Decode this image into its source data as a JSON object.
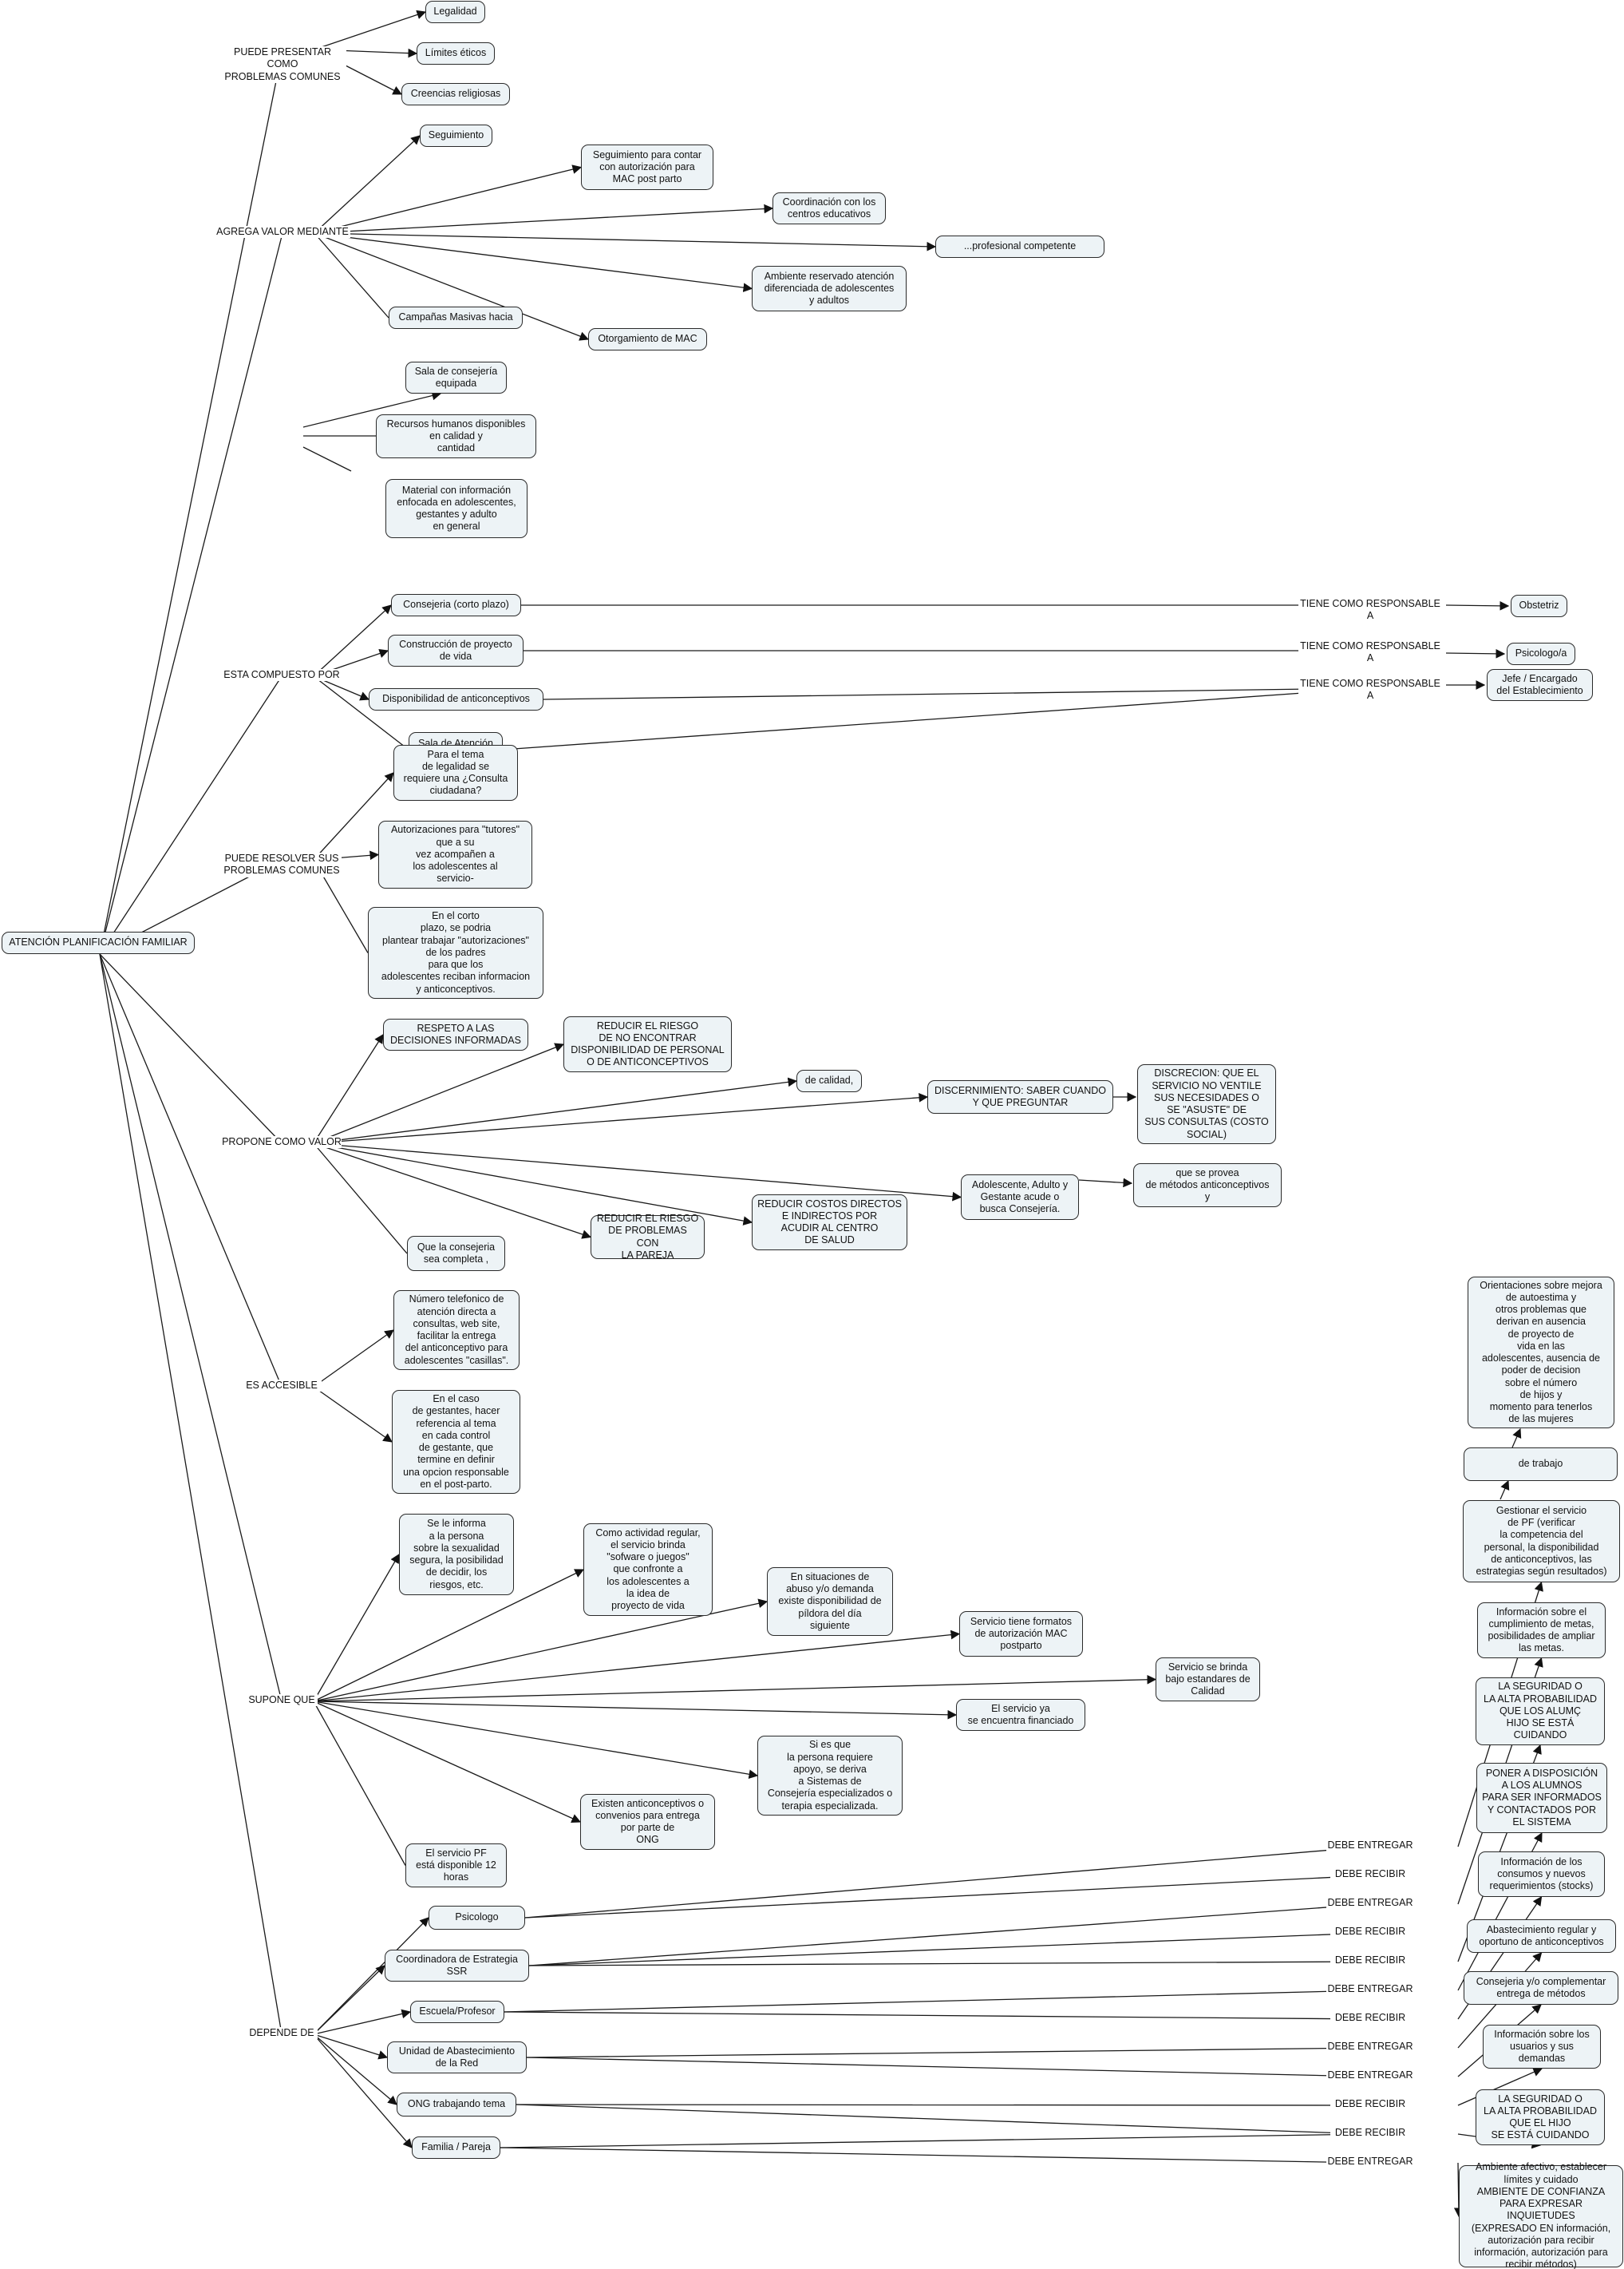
{
  "root": "ATENCIÓN PLANIFICACIÓN FAMILIAR",
  "links": [
    "PUEDE PRESENTAR COMO\nPROBLEMAS COMUNES",
    "AGREGA VALOR MEDIANTE",
    "ESTA COMPUESTO POR",
    "PUEDE RESOLVER SUS\nPROBLEMAS COMUNES",
    "PROPONE COMO VALOR",
    "ES ACCESIBLE",
    "SUPONE QUE",
    "DEPENDE DE",
    "TIENE COMO RESPONSABLE\nA",
    "DEBE ENTREGAR",
    "DEBE RECIBIR"
  ],
  "concepts": {
    "legalidad": "Legalidad",
    "limites": "Límites éticos",
    "creencias": "Creencias religiosas",
    "seguimiento": "Seguimiento",
    "seg_mac": "Seguimiento para contar\ncon autorización para\nMAC post parto",
    "coordinacion": "Coordinación con los\ncentros educativos",
    "profesional": "...profesional competente",
    "ambiente": "Ambiente reservado atención\ndiferenciada de adolescentes\ny adultos",
    "otorgamiento": "Otorgamiento de MAC",
    "campanas": "Campañas Masivas hacia",
    "sala_cons": "Sala de consejería\nequipada",
    "recursos": "Recursos humanos disponibles\nen calidad y\ncantidad",
    "material": "Material con información\nenfocada en adolescentes,\ngestantes y adulto\nen general",
    "consejeria": "Consejeria (corto plazo)",
    "construccion": "Construcción de proyecto\nde vida",
    "disponibilidad": "Disponibilidad de anticonceptivos",
    "sala_atencion": "Sala de Atención\ny consejeria",
    "obstetriz": "Obstetriz",
    "psicologa": "Psicologo/a",
    "jefe": "Jefe / Encargado\ndel Establecimiento",
    "legal_tema": "Para el tema\nde legalidad se\nrequiere una ¿Consulta\nciudadana?",
    "autorizaciones": "Autorizaciones para \"tutores\"\nque a su\nvez acompañen a\nlos adolescentes al\nservicio-",
    "corto_plazo": "En el corto\nplazo, se podria\nplantear trabajar \"autorizaciones\"\nde los padres\npara que los\nadolescentes reciban informacion\ny anticonceptivos.",
    "respeto": "RESPETO A LAS\nDECISIONES INFORMADAS",
    "reducir_riesgo": "REDUCIR EL RIESGO\nDE NO ENCONTRAR\nDISPONIBILIDAD DE PERSONAL\nO DE ANTICONCEPTIVOS",
    "de_calidad": "de calidad,",
    "discernimiento": "DISCERNIMIENTO: SABER CUANDO\nY QUE PREGUNTAR",
    "discrecion": "DISCRECION: QUE EL\nSERVICIO NO VENTILE\nSUS NECESIDADES O\nSE \"ASUSTE\" DE\nSUS CONSULTAS (COSTO\nSOCIAL)",
    "adolescente_acude": "Adolescente, Adulto y\nGestante acude o\nbusca Consejería.",
    "provea": "que se provea\nde métodos anticonceptivos\ny",
    "reducir_pareja": "REDUCIR EL RIESGO\nDE PROBLEMAS CON\nLA PAREJA",
    "reducir_costos": "REDUCIR COSTOS DIRECTOS\nE INDIRECTOS POR\nACUDIR AL CENTRO\nDE SALUD",
    "consejeria_completa": "Que la consejeria\nsea completa ,",
    "numero_tel": "Número telefonico de\natención directa a\nconsultas, web site,\nfacilitar la entrega\ndel anticonceptivo para\nadolescentes \"casillas\".",
    "gestantes": "En el caso\nde gestantes, hacer\nreferencia al tema\nen cada control\nde gestante, que\ntermine en definir\nuna opcion responsable\nen el post-parto.",
    "informa": "Se le informa\na la persona\nsobre la sexualidad\nsegura, la posibilidad\nde decidir, los\nriesgos, etc.",
    "actividad": "Como actividad regular,\nel servicio brinda\n\"sofware o juegos\"\nque confronte a\nlos adolescentes a\nla idea de\nproyecto de vida",
    "abuso": "En situaciones de\nabuso y/o demanda\nexiste disponibilidad de\npíldora del día\nsiguiente",
    "formatos": "Servicio tiene formatos\nde autorización MAC\npostparto",
    "estandares": "Servicio se brinda\nbajo estandares de\nCalidad",
    "financiado": "El servicio ya\nse encuentra financiado",
    "terapia": "Si es que\nla persona requiere\napoyo, se deriva\na Sistemas de\nConsejería especializados o\nterapia especializada.",
    "convenios": "Existen anticonceptivos o\nconvenios para entrega\npor parte de\nONG",
    "disponible12": "El servicio PF\nestá disponible 12\nhoras",
    "psicologo": "Psicologo",
    "coordinadora": "Coordinadora de Estrategia\nSSR",
    "escuela": "Escuela/Profesor",
    "unidad": "Unidad de Abastecimiento\nde la Red",
    "ong": "ONG trabajando tema",
    "familia": "Familia / Pareja",
    "orientaciones": "Orientaciones sobre mejora\nde autoestima y\notros problemas que\nderivan en ausencia\nde proyecto de\nvida en las\nadolescentes, ausencia de\npoder de decision\nsobre el número\nde hijos y\nmomento para tenerlos\nde las mujeres",
    "de_trabajo": "de trabajo",
    "gestionar": "Gestionar el servicio\nde PF (verificar\nla competencia del\npersonal, la disponibilidad\nde anticonceptivos, las\nestrategias según resultados)",
    "info_metas": "Información sobre el\ncumplimiento de metas,\nposibilidades de ampliar\nlas metas.",
    "seguridad_alumno": "LA SEGURIDAD O\nLA ALTA PROBABILIDAD\nQUE LOS ALUMÇ\nHIJO SE ESTÁ\nCUIDANDO",
    "poner_disposicion": "PONER A DISPOSICIÓN\nA LOS ALUMNOS\nPARA SER INFORMADOS\nY CONTACTADOS POR\nEL SISTEMA",
    "consumos": "Información de los\nconsumos y nuevos\nrequerimientos (stocks)",
    "abastecimiento": "Abastecimiento regular y\noportuno de anticonceptivos",
    "complementar": "Consejeria y/o complementar\nentrega de métodos",
    "info_usuarios": "Información sobre los\nusuarios y sus\ndemandas",
    "seguridad_hijo": "LA SEGURIDAD O\nLA ALTA PROBABILIDAD\nQUE EL HIJO\nSE ESTÁ CUIDANDO",
    "afectivo": "Ambiente afectivo, establecer\nlímites y cuidado\nAMBIENTE DE CONFIANZA\nPARA EXPRESAR INQUIETUDES\n(EXPRESADO EN información,\nautorización para recibir\ninformación, autorización para\nrecibir métodos)"
  }
}
